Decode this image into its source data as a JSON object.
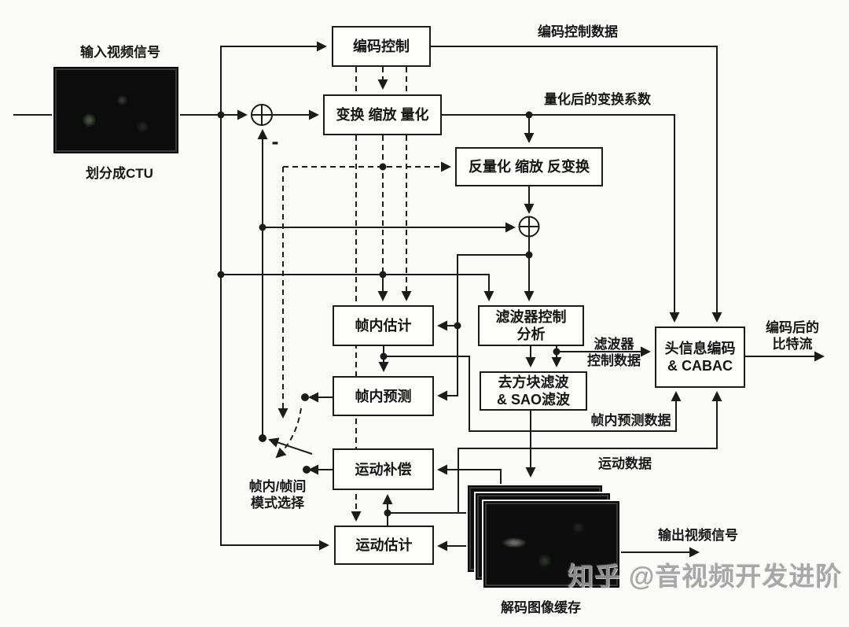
{
  "figure": {
    "type": "block-diagram",
    "subject": "HEVC video encoder structure",
    "colors": {
      "line": "#1b1b1b",
      "paper": "#fbfbfa",
      "watermark": "#9c9c9c",
      "frame_fill": "#0c0c0c"
    },
    "blocks": {
      "coder_control": "编码控制",
      "transform_scale_quant": "变换 缩放 量化",
      "inv_quant_scale_inv_transform": "反量化 缩放 反变换",
      "intra_estimation": "帧内估计",
      "intra_prediction": "帧内预测",
      "filter_control_analysis": "滤波器控制\n分析",
      "deblocking_sao": "去方块滤波\n& SAO滤波",
      "header_coding_cabac": "头信息编码\n& CABAC",
      "motion_compensation": "运动补偿",
      "motion_estimation": "运动估计"
    },
    "labels": {
      "input_video_signal": "输入视频信号",
      "split_into_ctu": "划分成CTU",
      "coder_control_data": "编码控制数据",
      "quantized_transform_coeffs": "量化后的变换系数",
      "filter_control_data": "滤波器\n控制数据",
      "coded_bitstream": "编码后的\n比特流",
      "intra_prediction_data": "帧内预测数据",
      "motion_data": "运动数据",
      "intra_inter_mode_select": "帧内/帧间\n模式选择",
      "decoded_picture_buffer": "解码图像缓存",
      "output_video_signal": "输出视频信号",
      "minus": "-"
    },
    "watermark": "知乎 @音视频开发进阶"
  }
}
